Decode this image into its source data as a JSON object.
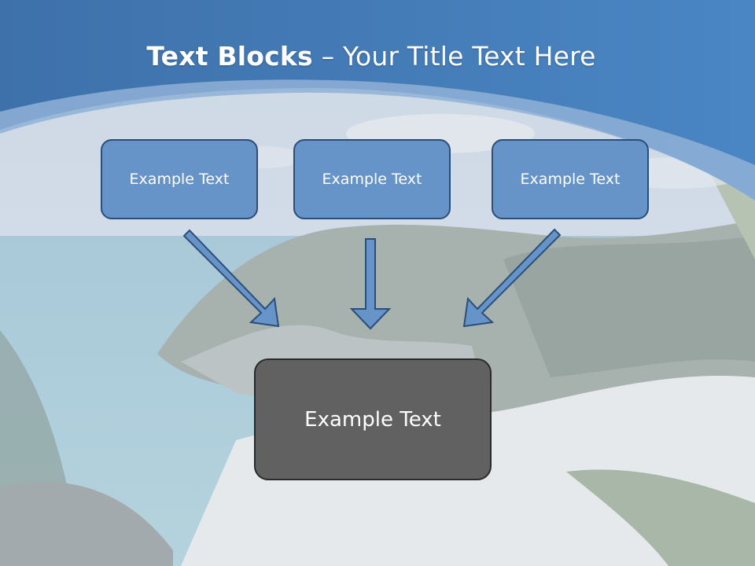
{
  "slide": {
    "title_bold": "Text Blocks",
    "title_rest": " – Your Title Text Here",
    "top_boxes": [
      {
        "label": "Example Text"
      },
      {
        "label": "Example Text"
      },
      {
        "label": "Example Text"
      }
    ],
    "bottom_box": {
      "label": "Example Text"
    }
  },
  "colors": {
    "header_blue": "#3f73ad",
    "box_fill": "#6694c8",
    "box_border": "#2b4e78",
    "bottom_fill": "#616161",
    "arrow_fill": "#6694c8"
  }
}
